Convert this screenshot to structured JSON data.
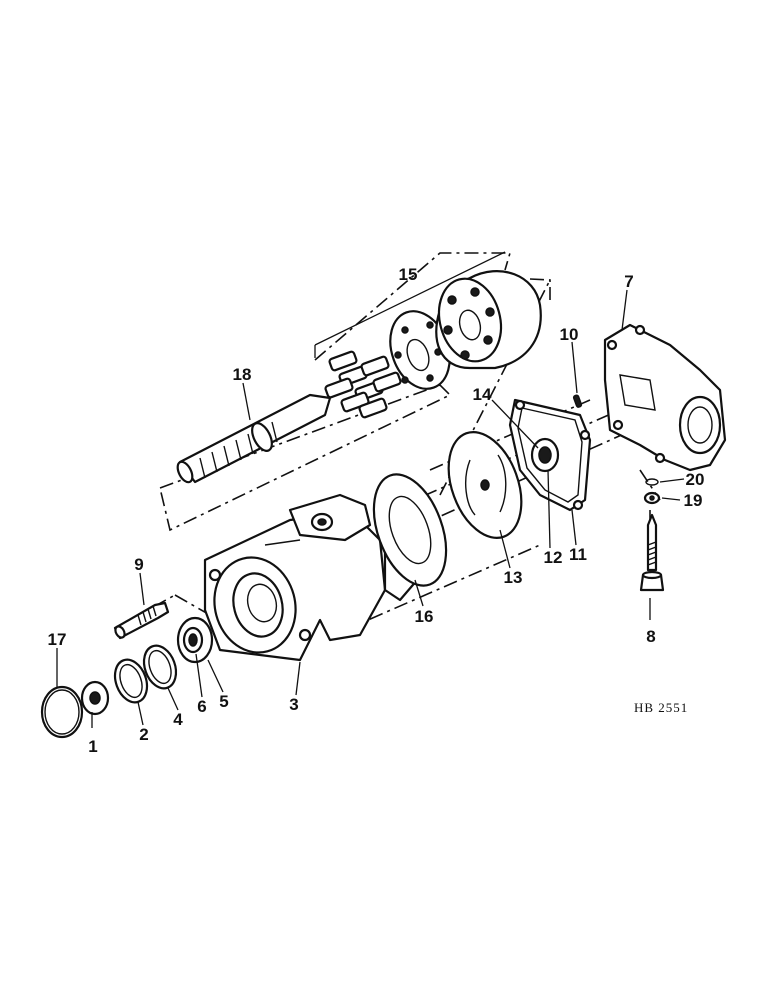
{
  "callouts": {
    "c1": "1",
    "c2": "2",
    "c3": "3",
    "c4": "4",
    "c5": "5",
    "c6": "6",
    "c7": "7",
    "c8": "8",
    "c9": "9",
    "c10": "10",
    "c11": "11",
    "c12": "12",
    "c13": "13",
    "c14": "14",
    "c15": "15",
    "c16": "16",
    "c17": "17",
    "c18": "18",
    "c19": "19",
    "c20": "20"
  },
  "reference_code": "HB 2551"
}
